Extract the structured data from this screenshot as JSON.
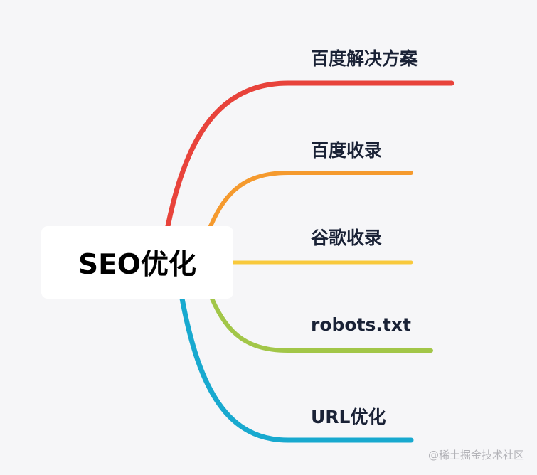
{
  "root": {
    "label": "SEO优化"
  },
  "branches": [
    {
      "label": "百度解决方案",
      "color": "#e8433b"
    },
    {
      "label": "百度收录",
      "color": "#f59a2e"
    },
    {
      "label": "谷歌收录",
      "color": "#f8c93c"
    },
    {
      "label": "robots.txt",
      "color": "#a2c648"
    },
    {
      "label": "URL优化",
      "color": "#18a9cf"
    }
  ],
  "watermark": "@稀土掘金技术社区"
}
